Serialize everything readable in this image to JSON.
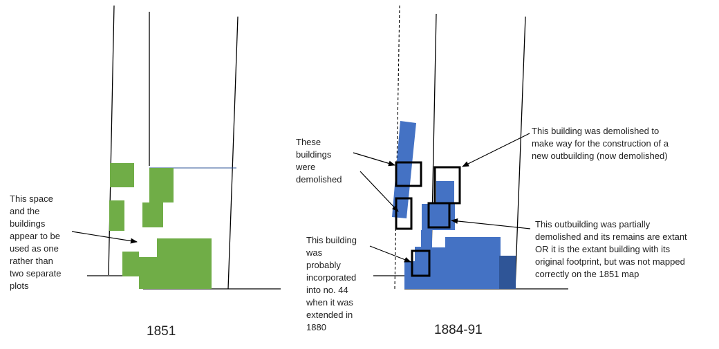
{
  "colors": {
    "green": "#70ad47",
    "blue": "#4472c4",
    "dark_blue": "#2f5597",
    "line": "#000000",
    "thin_blue_line": "#2f5597",
    "box": "#000000"
  },
  "left_map": {
    "year": "1851",
    "note": "This space\nand the\nbuildings\nappear to be\nused as one\nrather than\ntwo separate\nplots"
  },
  "right_map": {
    "year": "1884-91",
    "note_demolished": "These\nbuildings\nwere\ndemolished",
    "note_new_outbuilding": "This building was demolished to\nmake way for the construction of a\nnew outbuilding (now demolished)",
    "note_partial": "This outbuilding was partially\ndemolished and its remains are extant\nOR it is the extant building with its\noriginal footprint, but was not mapped\ncorrectly on the 1851 map",
    "note_incorporated": "This building\nwas\nprobably\nincorporated\ninto no. 44\nwhen it was\nextended in\n1880"
  }
}
